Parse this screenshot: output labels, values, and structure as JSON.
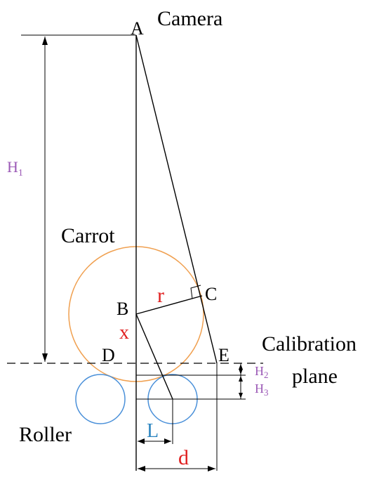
{
  "labels": {
    "camera": "Camera",
    "point_a": "A",
    "point_b": "B",
    "point_c": "C",
    "point_d": "D",
    "point_e": "E",
    "carrot": "Carrot",
    "roller": "Roller",
    "calibration_line1": "Calibration",
    "calibration_line2": "plane",
    "radius": "r",
    "x": "x",
    "h1_main": "H",
    "h1_sub": "1",
    "h2_main": "H",
    "h2_sub": "2",
    "h3_main": "H",
    "h3_sub": "3",
    "l": "L",
    "d": "d"
  },
  "colors": {
    "carrot": "#F0A050",
    "roller": "#4A90D9",
    "height_label": "#9B59B6",
    "red_label": "#E02020",
    "blue_label": "#2E86C1",
    "ink": "#000000"
  }
}
